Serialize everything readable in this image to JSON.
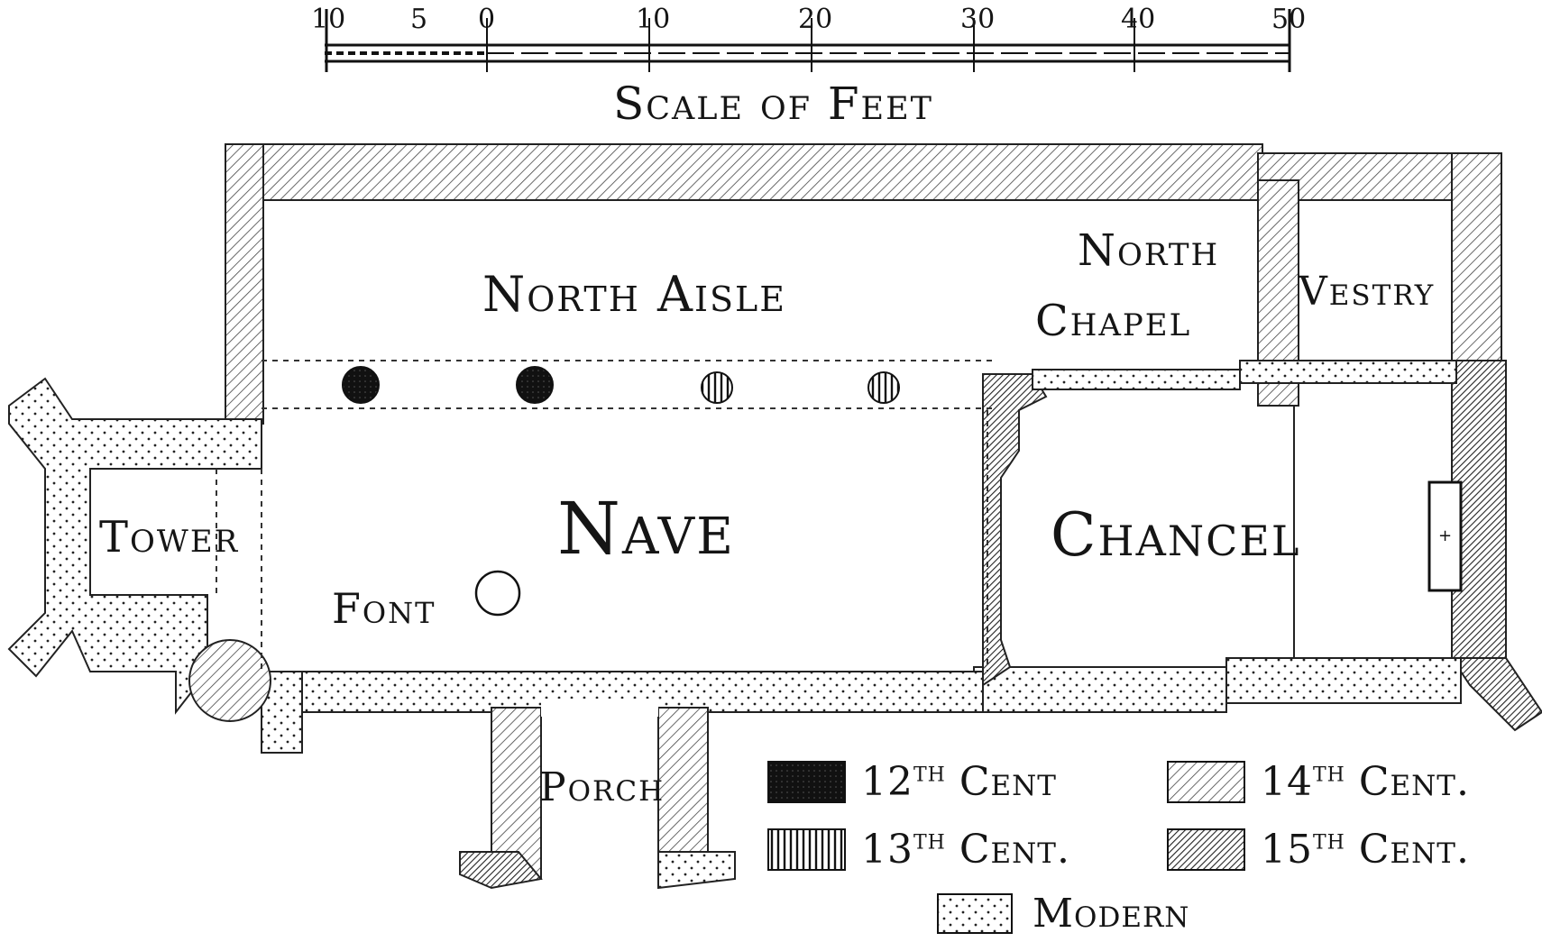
{
  "scale": {
    "title": "Scale of Feet",
    "ticks": [
      "10",
      "5",
      "0",
      "10",
      "20",
      "30",
      "40",
      "50"
    ]
  },
  "rooms": {
    "north_aisle": "North Aisle",
    "north_chapel_1": "North",
    "north_chapel_2": "Chapel",
    "vestry": "Vestry",
    "tower": "Tower",
    "nave": "Nave",
    "chancel": "Chancel",
    "font": "Font",
    "porch": "Porch"
  },
  "key": {
    "c12": {
      "num": "12",
      "sup": "TH",
      "text": "Cent"
    },
    "c13": {
      "num": "13",
      "sup": "TH",
      "text": "Cent."
    },
    "c14": {
      "num": "14",
      "sup": "TH",
      "text": "Cent."
    },
    "c15": {
      "num": "15",
      "sup": "TH",
      "text": "Cent."
    },
    "modern": {
      "text": "Modern"
    }
  }
}
